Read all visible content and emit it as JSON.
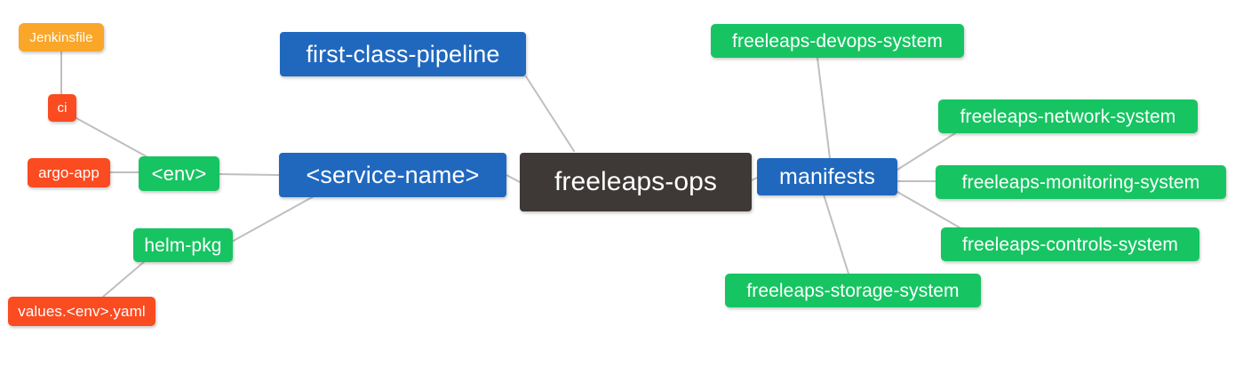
{
  "diagram": {
    "type": "mindmap",
    "title": "freeleaps-ops",
    "background": "#ffffff",
    "edge_color": "#bfbfbf",
    "palette": {
      "root": "#3E3836",
      "blue": "#2068BE",
      "green": "#17C462",
      "orange": "#FAA629",
      "red": "#FA4B21",
      "text": "#ffffff"
    }
  },
  "nodes": {
    "root": {
      "label": "freeleaps-ops"
    },
    "first_class_pipeline": {
      "label": "first-class-pipeline"
    },
    "service_name": {
      "label": "<service-name>"
    },
    "manifests": {
      "label": "manifests"
    },
    "env": {
      "label": "<env>"
    },
    "ci": {
      "label": "ci"
    },
    "jenkinsfile": {
      "label": "Jenkinsfile"
    },
    "argo_app": {
      "label": "argo-app"
    },
    "helm_pkg": {
      "label": "helm-pkg"
    },
    "values_yaml": {
      "label": "values.<env>.yaml"
    },
    "devops_system": {
      "label": "freeleaps-devops-system"
    },
    "network_system": {
      "label": "freeleaps-network-system"
    },
    "monitoring_system": {
      "label": "freeleaps-monitoring-system"
    },
    "controls_system": {
      "label": "freeleaps-controls-system"
    },
    "storage_system": {
      "label": "freeleaps-storage-system"
    }
  },
  "edges": [
    {
      "from": "root",
      "to": "first_class_pipeline"
    },
    {
      "from": "root",
      "to": "service_name"
    },
    {
      "from": "root",
      "to": "manifests"
    },
    {
      "from": "service_name",
      "to": "env"
    },
    {
      "from": "service_name",
      "to": "helm_pkg"
    },
    {
      "from": "env",
      "to": "ci"
    },
    {
      "from": "env",
      "to": "argo_app"
    },
    {
      "from": "ci",
      "to": "jenkinsfile"
    },
    {
      "from": "helm_pkg",
      "to": "values_yaml"
    },
    {
      "from": "manifests",
      "to": "devops_system"
    },
    {
      "from": "manifests",
      "to": "network_system"
    },
    {
      "from": "manifests",
      "to": "monitoring_system"
    },
    {
      "from": "manifests",
      "to": "controls_system"
    },
    {
      "from": "manifests",
      "to": "storage_system"
    }
  ]
}
